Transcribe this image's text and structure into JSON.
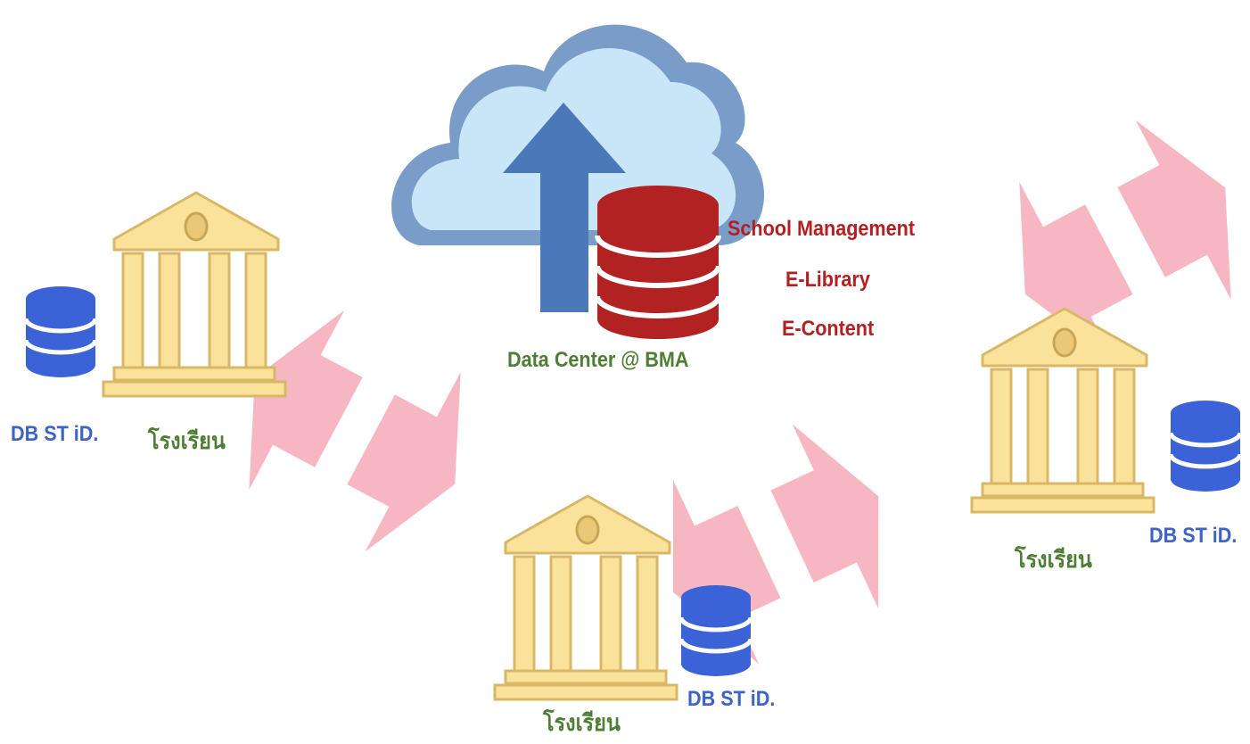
{
  "data_center": {
    "label": "Data Center @ BMA",
    "services": [
      "School Management",
      "E-Library",
      "E-Content"
    ]
  },
  "schools": [
    {
      "name": "โรงเรียน",
      "db_label": "DB ST iD."
    },
    {
      "name": "โรงเรียน",
      "db_label": "DB ST iD."
    },
    {
      "name": "โรงเรียน",
      "db_label": "DB ST iD."
    }
  ],
  "colors": {
    "cloud_outer": "#7a9cc8",
    "cloud_inner": "#c8e6f8",
    "upload_arrow": "#4b78b8",
    "central_db": "#b22222",
    "school_db": "#3b62d6",
    "building_fill": "#fbe29b",
    "building_stroke": "#d8b867",
    "sync_arrow": "#f7b7c2",
    "db_label_text": "#3d63c7",
    "school_label_text": "#4e7d34",
    "service_text": "#b41f22"
  }
}
